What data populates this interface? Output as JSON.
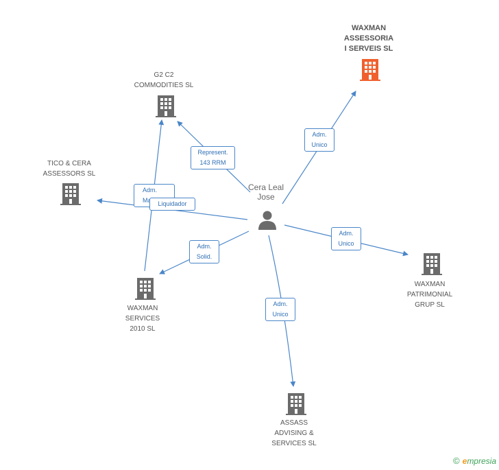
{
  "person": {
    "name_line1": "Cera Leal",
    "name_line2": "Jose"
  },
  "companies": {
    "waxman_assessoria": {
      "lines": [
        "WAXMAN",
        "ASSESSORIA",
        "I SERVEIS SL"
      ],
      "highlighted": true
    },
    "g2c2": {
      "lines": [
        "G2 C2",
        "COMMODITIES SL"
      ]
    },
    "tico_cera": {
      "lines": [
        "TICO & CERA",
        "ASSESSORS SL"
      ]
    },
    "waxman_services": {
      "lines": [
        "WAXMAN",
        "SERVICES",
        "2010 SL"
      ]
    },
    "assass": {
      "lines": [
        "ASSASS",
        "ADVISING &",
        "SERVICES SL"
      ]
    },
    "waxman_patrimonial": {
      "lines": [
        "WAXMAN",
        "PATRIMONIAL",
        "GRUP SL"
      ]
    }
  },
  "edges": {
    "represent": {
      "line1": "Represent.",
      "line2": "143 RRM"
    },
    "adm_unico_top": {
      "line1": "Adm.",
      "line2": "Unico"
    },
    "adm_mancom": {
      "line1": "Adm.",
      "line2": "Mancom."
    },
    "liquidador": {
      "line1": "Liquidador"
    },
    "adm_solid": {
      "line1": "Adm.",
      "line2": "Solid."
    },
    "adm_unico_right": {
      "line1": "Adm.",
      "line2": "Unico"
    },
    "adm_unico_bottom": {
      "line1": "Adm.",
      "line2": "Unico"
    }
  },
  "colors": {
    "edge": "#4a86c8",
    "building": "#6b6b6b",
    "building_highlight": "#f0602e",
    "person": "#6b6b6b"
  },
  "brand": {
    "copyright": "©",
    "first": "e",
    "rest": "mpresia"
  }
}
